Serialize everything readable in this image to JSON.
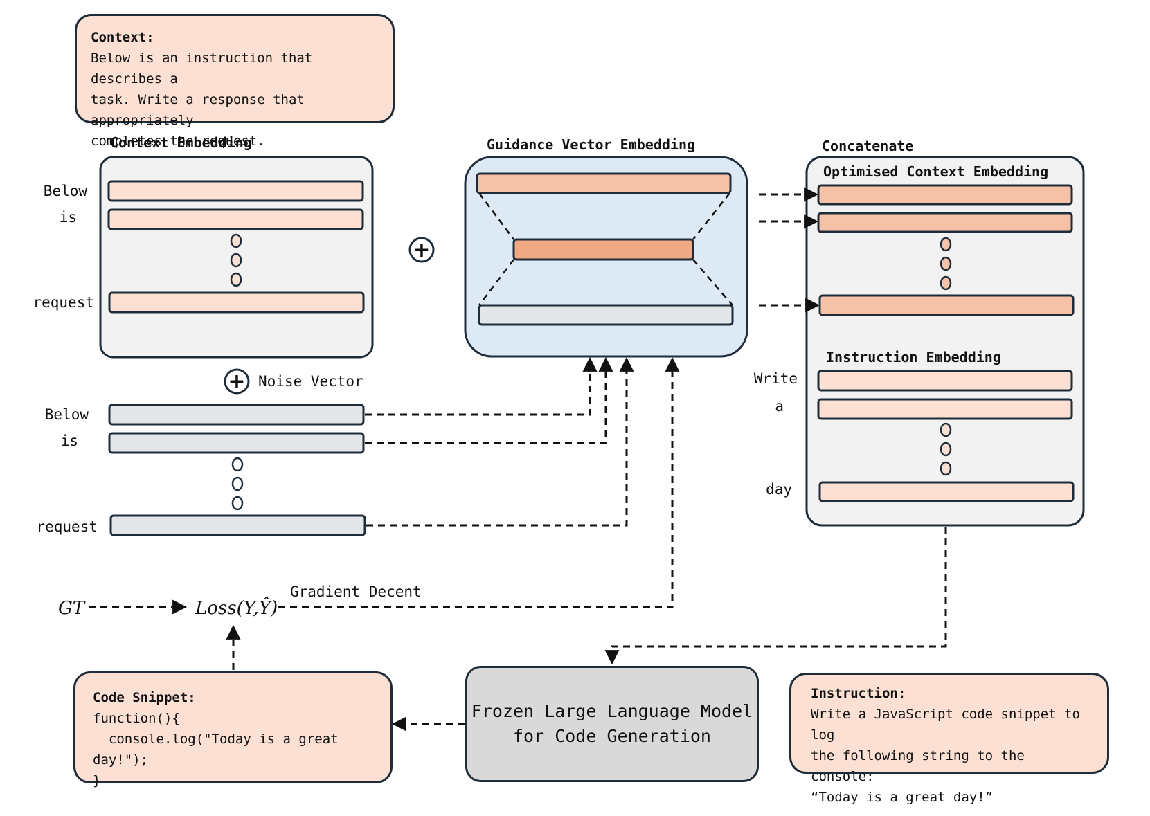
{
  "context_note": {
    "title": "Context:",
    "text": "Below is an instruction that describes a\ntask. Write a response that appropriately\ncompletes the request."
  },
  "context_embedding": {
    "title": "Context Embedding",
    "tokens": [
      "Below",
      "is",
      "request"
    ]
  },
  "noise": {
    "label": "Noise Vector",
    "tokens": [
      "Below",
      "is",
      "request"
    ]
  },
  "guidance": {
    "title": "Guidance Vector Embedding"
  },
  "concatenate": {
    "title": "Concatenate",
    "optimised_title": "Optimised Context Embedding",
    "instruction_title": "Instruction Embedding",
    "instruction_tokens": [
      "Write",
      "a",
      "day"
    ]
  },
  "loss": {
    "gt": "GT",
    "loss_text": "Loss(Y,Ŷ)",
    "gradient_label": "Gradient Decent"
  },
  "llm": {
    "line1": "Frozen Large Language Model",
    "line2": "for Code Generation"
  },
  "code_note": {
    "title": "Code Snippet:",
    "text": "function(){\n  console.log(\"Today is a great day!\");\n}"
  },
  "instruction_note": {
    "title": "Instruction:",
    "text": "Write a JavaScript code snippet to log\nthe following string to the console:\n“Today is a great day!”"
  },
  "plus_symbol": "+",
  "colors": {
    "note_fill": "#fbe0d3",
    "panel_fill": "#f2f2f2",
    "guidance_fill": "#dde9f5",
    "bar_light": "#fbe0d3",
    "bar_mid": "#f5c2a8",
    "bar_dark": "#f0a985",
    "bar_grey": "#e4e7ea",
    "llm_fill": "#d9d9d9",
    "stroke": "#1f2d3a"
  }
}
